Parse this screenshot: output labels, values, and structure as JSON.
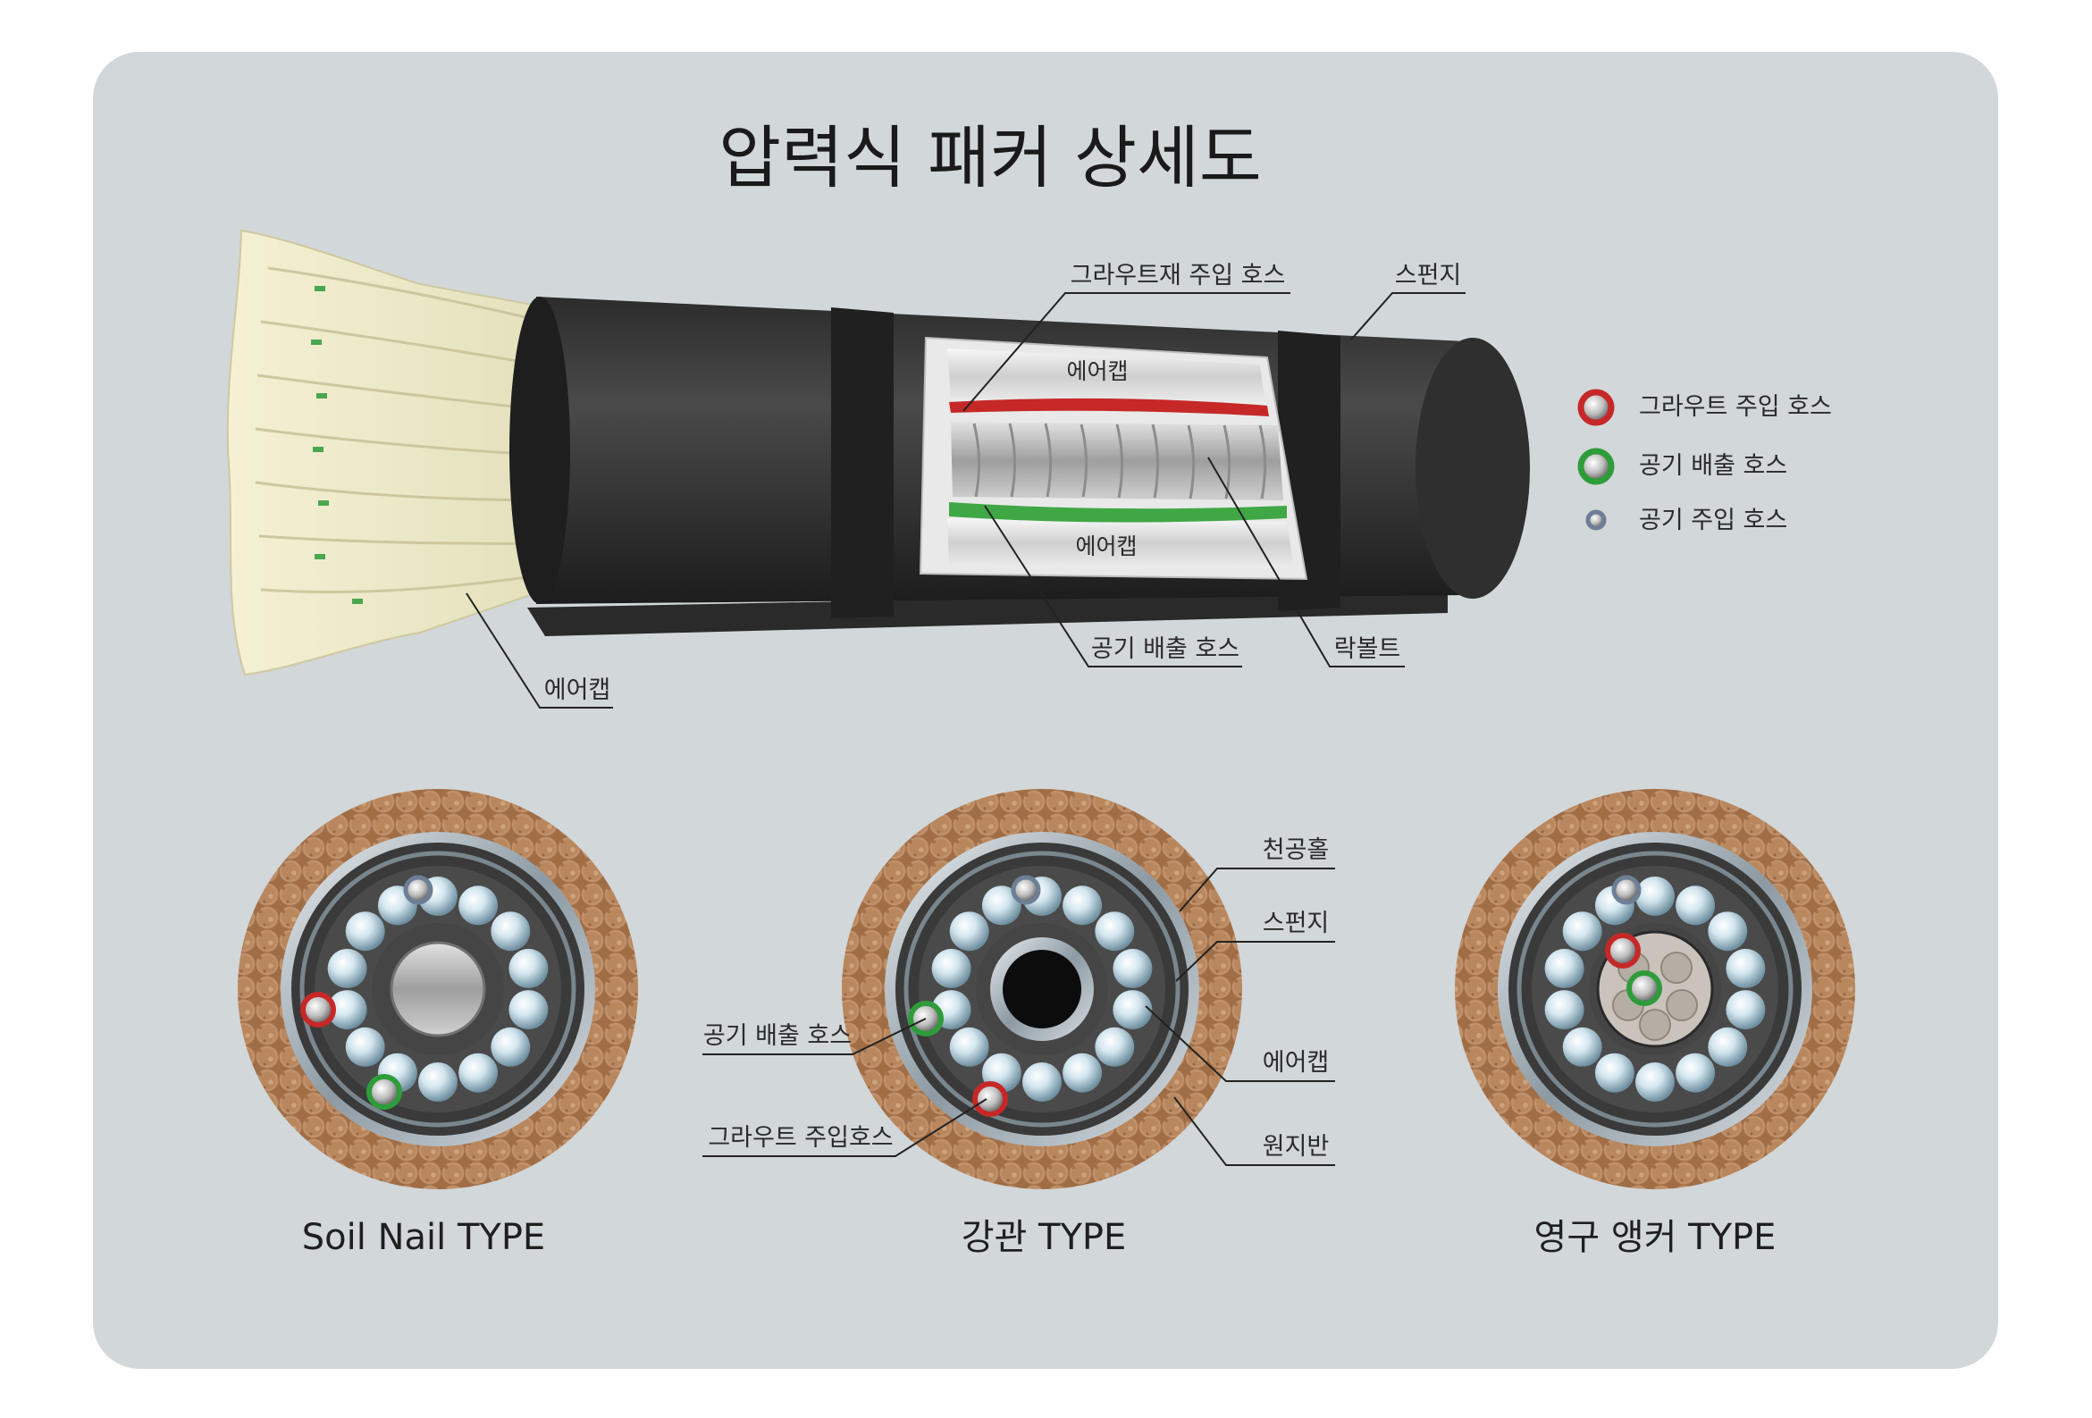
{
  "title": "압력식 패커 상세도",
  "main_labels": {
    "grout_material_hose": "그라우트재 주입 호스",
    "sponge": "스펀지",
    "aircap_top": "에어캡",
    "aircap_bottom": "에어캡",
    "air_exhaust_hose": "공기 배출 호스",
    "rock_bolt": "락볼트",
    "aircap_left": "에어캡"
  },
  "legend": [
    {
      "label": "그라우트 주입 호스",
      "ring": "#c62828"
    },
    {
      "label": "공기 배출 호스",
      "ring": "#2e9c3a"
    },
    {
      "label": "공기 주입 호스",
      "ring": "#6d7f95"
    }
  ],
  "section_labels": {
    "borehole": "천공홀",
    "sponge": "스펀지",
    "air_exhaust_hose": "공기 배출 호스",
    "aircap": "에어캡",
    "grout_hose": "그라우트 주입호스",
    "ground": "원지반"
  },
  "captions": {
    "soil_nail": "Soil Nail TYPE",
    "steel_pipe": "강관 TYPE",
    "anchor": "영구 앵커 TYPE"
  },
  "colors": {
    "panel": "#d2d7d9",
    "sponge": "#3a3a3a",
    "soil": "#b07a4f",
    "grout_ring": "#c62828",
    "air_ring": "#2e9c3a"
  }
}
